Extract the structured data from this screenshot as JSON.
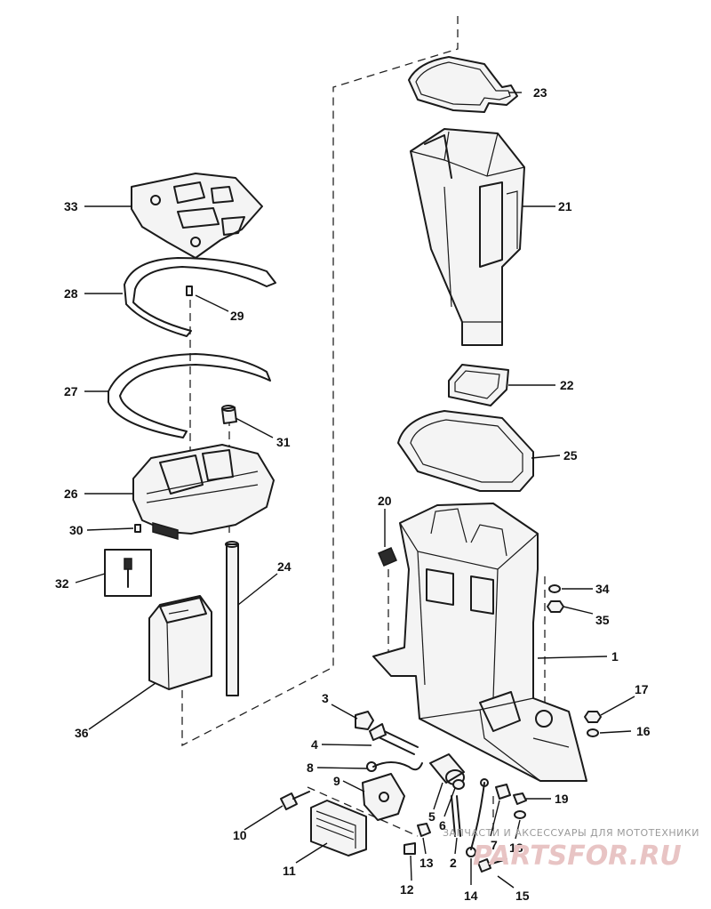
{
  "callouts": {
    "n1": "1",
    "n2": "2",
    "n3": "3",
    "n4": "4",
    "n5": "5",
    "n6": "6",
    "n7": "7",
    "n8": "8",
    "n9": "9",
    "n10": "10",
    "n11": "11",
    "n12": "12",
    "n13": "13",
    "n14": "14",
    "n15": "15",
    "n16": "16",
    "n17": "17",
    "n18": "18",
    "n19": "19",
    "n20": "20",
    "n21": "21",
    "n22": "22",
    "n23": "23",
    "n24": "24",
    "n25": "25",
    "n26": "26",
    "n27": "27",
    "n28": "28",
    "n29": "29",
    "n30": "30",
    "n31": "31",
    "n32": "32",
    "n33": "33",
    "n34": "34",
    "n35": "35",
    "n36": "36"
  },
  "watermark": {
    "tagline": "ЗАПЧАСТИ И АКСЕССУАРЫ ДЛЯ МОТОТЕХНИКИ",
    "brand": "PARTSFOR.RU"
  }
}
